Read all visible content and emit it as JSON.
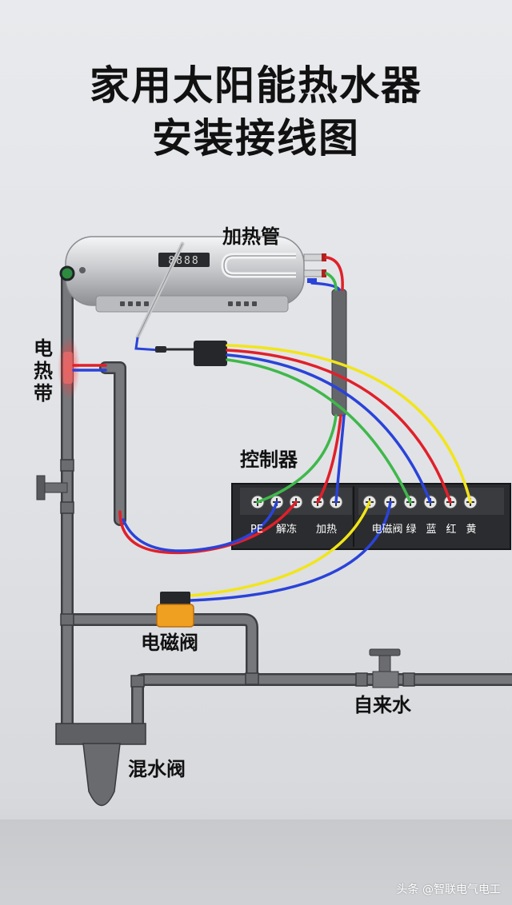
{
  "title": {
    "line1": "家用太阳能热水器",
    "line2": "安装接线图"
  },
  "labels": {
    "heater_tube": "加热管",
    "heating_band": "电热带",
    "controller": "控制器",
    "solenoid_valve": "电磁阀",
    "tap_water": "自来水",
    "mixing_valve": "混水阀"
  },
  "terminals": {
    "pe": "PE",
    "defrost": "解冻",
    "heating": "加热",
    "solenoid": "电磁阀",
    "green": "绿",
    "blue": "蓝",
    "red": "红",
    "yellow": "黄"
  },
  "display": {
    "digits": "8888"
  },
  "watermark": "头条 @智联电气电工",
  "colors": {
    "wire_red": "#e0202a",
    "wire_blue": "#2a43d8",
    "wire_green": "#3fb84a",
    "wire_yellow": "#f2e51a",
    "pipe": "#6d6e72",
    "valve_body": "#f0a020"
  }
}
